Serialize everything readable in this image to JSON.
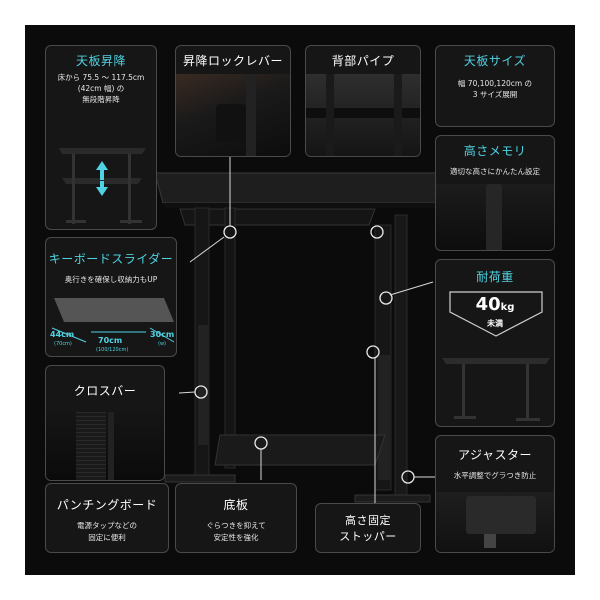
{
  "panels": {
    "lift": {
      "title": "天板昇降",
      "line1": "床から 75.5 ～ 117.5cm",
      "line2": "(42cm 幅) の",
      "line3": "無段階昇降"
    },
    "lock_lever": {
      "title": "昇降ロックレバー"
    },
    "back_pipe": {
      "title": "背部パイプ"
    },
    "top_size": {
      "title": "天板サイズ",
      "line1": "幅 70,100,120cm の",
      "line2": "3 サイズ展開"
    },
    "height_scale": {
      "title": "高さメモリ",
      "line1": "適切な高さにかんたん設定"
    },
    "keyboard": {
      "title": "キーボードスライダー",
      "line1": "奥行きを確保し収納力もUP",
      "dim1": "44cm",
      "dim1_sub": "(70cm)",
      "dim2": "70cm",
      "dim2_sub": "(100/120cm)",
      "dim3": "30cm",
      "dim3_sub": "(w)"
    },
    "load": {
      "title": "耐荷重",
      "value": "40",
      "unit": "kg",
      "suffix": "未満"
    },
    "crossbar": {
      "title": "クロスバー"
    },
    "adjuster": {
      "title": "アジャスター",
      "line1": "水平調整でグラつき防止"
    },
    "punching": {
      "title": "パンチングボード",
      "line1": "電源タップなどの",
      "line2": "固定に便利"
    },
    "bottom": {
      "title": "底板",
      "line1": "ぐらつきを抑えて",
      "line2": "安定性を強化"
    },
    "stopper": {
      "title_line1": "高さ固定",
      "title_line2": "ストッパー"
    }
  },
  "colors": {
    "accent": "#4fd3e3",
    "background": "#0b0b0b",
    "panel": "#161616",
    "border": "#4a4a4a"
  }
}
